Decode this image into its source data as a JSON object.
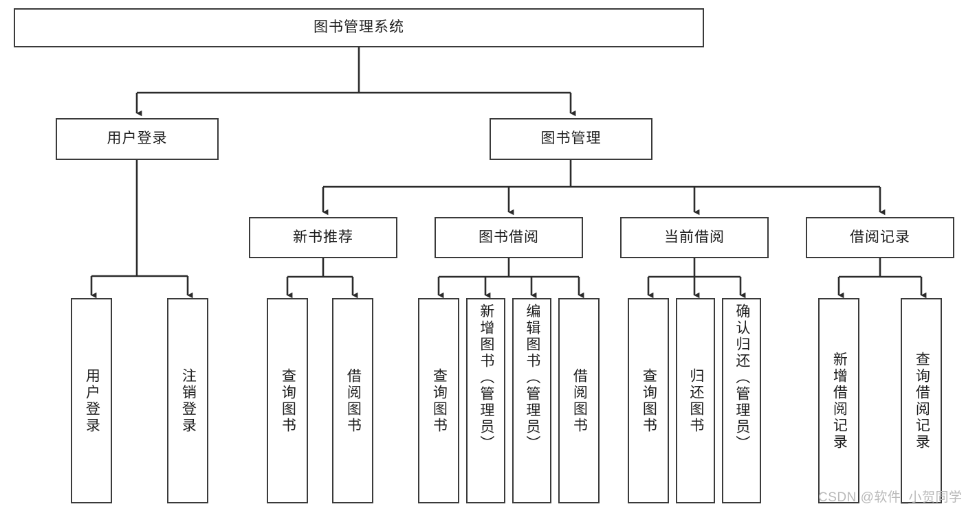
{
  "diagram": {
    "type": "tree-hierarchy-chart",
    "title": "图书管理系统",
    "watermark": "CSDN @软件_小贺同学",
    "colors": {
      "box_border": "#3a3a3a",
      "box_fill": "#ffffff",
      "line": "#2b2b2b",
      "text": "#1d1d1d",
      "watermark": "#b9b9b9",
      "background": "#ffffff"
    },
    "nodes": {
      "root": {
        "label": "图书管理系统"
      },
      "level2": [
        {
          "id": "user-login",
          "label": "用户登录"
        },
        {
          "id": "book-management",
          "label": "图书管理"
        }
      ],
      "level3": [
        {
          "id": "new-book-recommend",
          "label": "新书推荐"
        },
        {
          "id": "book-borrow",
          "label": "图书借阅"
        },
        {
          "id": "current-borrow",
          "label": "当前借阅"
        },
        {
          "id": "borrow-record",
          "label": "借阅记录"
        }
      ],
      "leaves": {
        "user_login": [
          {
            "id": "leaf-user-login",
            "label": "用户登录"
          },
          {
            "id": "leaf-logout-login",
            "label": "注销登录"
          }
        ],
        "new_book_recommend": [
          {
            "id": "leaf-query-book-1",
            "label": "查询图书"
          },
          {
            "id": "leaf-borrow-book-1",
            "label": "借阅图书"
          }
        ],
        "book_borrow": [
          {
            "id": "leaf-query-book-2",
            "label": "查询图书"
          },
          {
            "id": "leaf-add-book",
            "label": "新增图书（管理员）"
          },
          {
            "id": "leaf-edit-book",
            "label": "编辑图书（管理员）"
          },
          {
            "id": "leaf-borrow-book-2",
            "label": "借阅图书"
          }
        ],
        "current_borrow": [
          {
            "id": "leaf-query-book-3",
            "label": "查询图书"
          },
          {
            "id": "leaf-return-book",
            "label": "归还图书"
          },
          {
            "id": "leaf-confirm-return",
            "label": "确认归还（管理员）"
          }
        ],
        "borrow_record": [
          {
            "id": "leaf-add-borrow-record",
            "label": "新增借阅记录"
          },
          {
            "id": "leaf-query-borrow-record",
            "label": "查询借阅记录"
          }
        ]
      }
    }
  }
}
